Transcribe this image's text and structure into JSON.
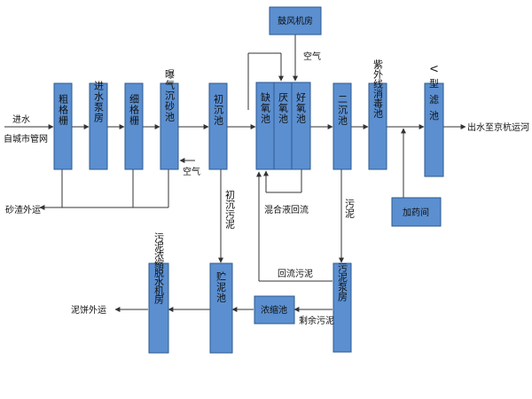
{
  "diagram": {
    "boxes": {
      "coarse_screen": "粗格栅",
      "inlet_pump": "进水泵房",
      "fine_screen": "细格栅",
      "aerated_grit": "曝气沉砂池",
      "primary_clarifier": "初沉池",
      "anoxic": "缺氧池",
      "anaerobic": "厌氧池",
      "aerobic": "好氧池",
      "secondary_clarifier": "二沉池",
      "uv_disinfection": "紫外线消毒池",
      "v_filter": "V型滤池",
      "blower_room": "鼓风机房",
      "dosing_room": "加药间",
      "sludge_pump_room": "污泥泵房",
      "thickener": "浓缩池",
      "sludge_storage": "贮泥池",
      "dewatering_room": "污泥浓缩脱水机房"
    },
    "labels": {
      "inflow": "进水",
      "from_network": "自城市管网",
      "grit_out": "砂渣外运",
      "air_top": "空气",
      "air_grit": "空气",
      "primary_sludge": "初沉污泥",
      "mixed_liquor": "混合液回流",
      "sludge_label": "污泥",
      "return_sludge": "回流污泥",
      "excess_sludge": "剩余污泥",
      "effluent": "出水至京杭运河",
      "cake_out": "泥饼外运"
    }
  }
}
